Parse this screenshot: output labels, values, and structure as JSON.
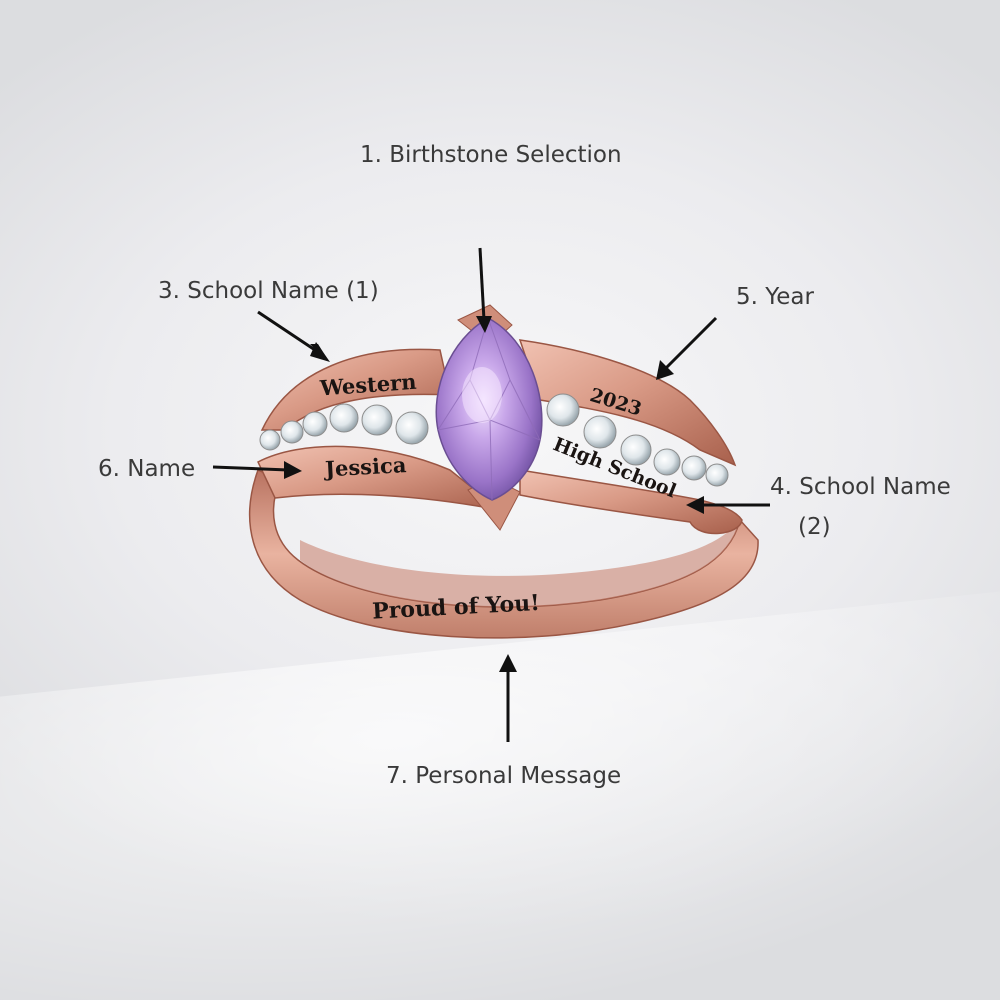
{
  "labels": {
    "birthstone": "1. Birthstone Selection",
    "school_name_1": "3.  School Name (1)",
    "year": "5. Year",
    "name": "6. Name",
    "school_name_2_line1": "4. School Name",
    "school_name_2_line2": "(2)",
    "personal_message": "7. Personal Message"
  },
  "engravings": {
    "school_1": "Western",
    "name": "Jessica",
    "year": "2023",
    "school_2": "High School",
    "message": "Proud  of  You!"
  },
  "colors": {
    "rose_gold": "#d99a86",
    "rose_gold_dark": "#a8604c",
    "birthstone": "#b79ad8",
    "diamond": "#e8eef2"
  }
}
